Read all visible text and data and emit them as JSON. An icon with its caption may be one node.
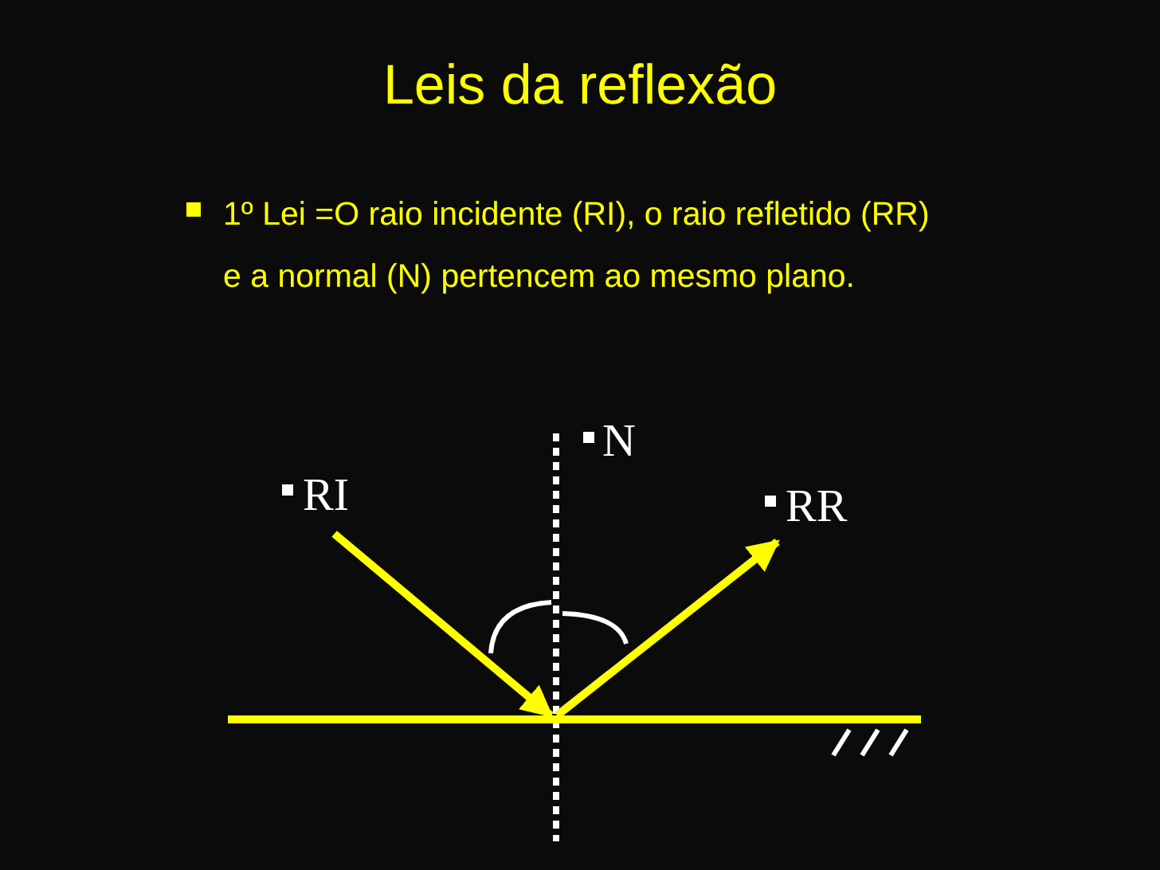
{
  "diagram": {
    "title": "Leis da reflexão",
    "nodes": [
      {
        "text": [],
        "shape": "bar"
      },
      {
        "text": [
          "RI"
        ]
      },
      {
        "text": [
          "RR"
        ]
      }
    ],
    "edges": [
      {
        "from": 1,
        "to": 0,
        "arrow": "to"
      },
      {
        "from": 0,
        "to": 2,
        "arrow": "to"
      }
    ],
    "labels": [
      "1º Lei =O raio incidente (RI), o raio refletido (RR) e a normal (N) pertencem ao mesmo plano.",
      "N"
    ]
  }
}
